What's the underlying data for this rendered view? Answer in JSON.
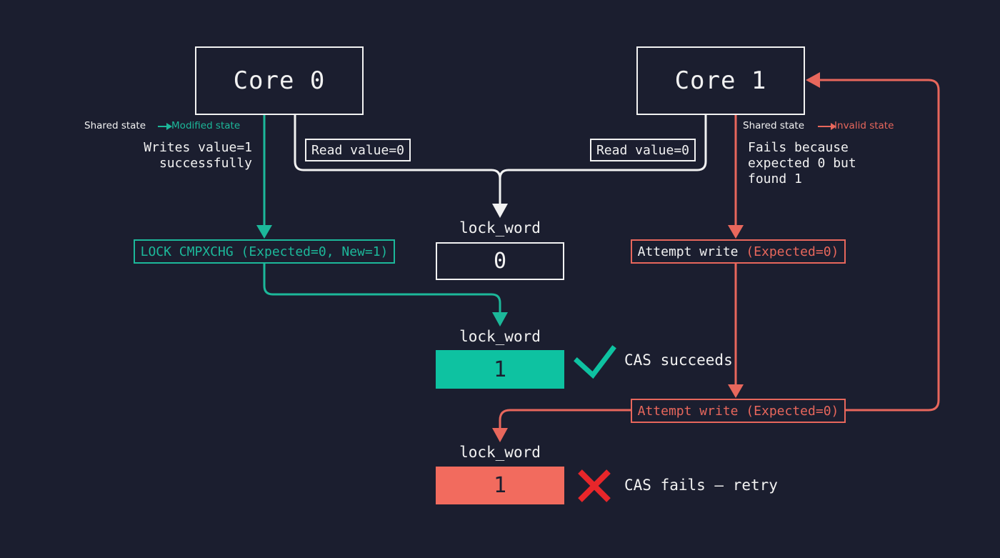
{
  "cores": {
    "core0": "Core 0",
    "core1": "Core 1"
  },
  "core0_state": {
    "from": "Shared state",
    "to": "Modified state"
  },
  "core1_state": {
    "from": "Shared state",
    "to": "Invalid state"
  },
  "notes": {
    "core0_write": "Writes value=1\nsuccessfully",
    "core1_fail": "Fails because\nexpected 0 but\nfound 1"
  },
  "reads": {
    "core0": "Read value=0",
    "core1": "Read value=0"
  },
  "ops": {
    "cmpxchg": "LOCK CMPXCHG (Expected=0, New=1)",
    "attempt1_prefix": "Attempt write ",
    "attempt1_suffix": "(Expected=0)",
    "attempt2": "Attempt write (Expected=0)"
  },
  "lock_words": [
    {
      "label": "lock_word",
      "value": "0"
    },
    {
      "label": "lock_word",
      "value": "1"
    },
    {
      "label": "lock_word",
      "value": "1"
    }
  ],
  "results": {
    "success": "CAS succeeds",
    "fail": "CAS fails — retry"
  },
  "icons": {
    "success": "check-icon",
    "fail": "cross-icon"
  },
  "colors": {
    "background": "#1b1e2f",
    "teal": "#1cb89a",
    "coral": "#e8675c",
    "white": "#f2f2f2"
  }
}
